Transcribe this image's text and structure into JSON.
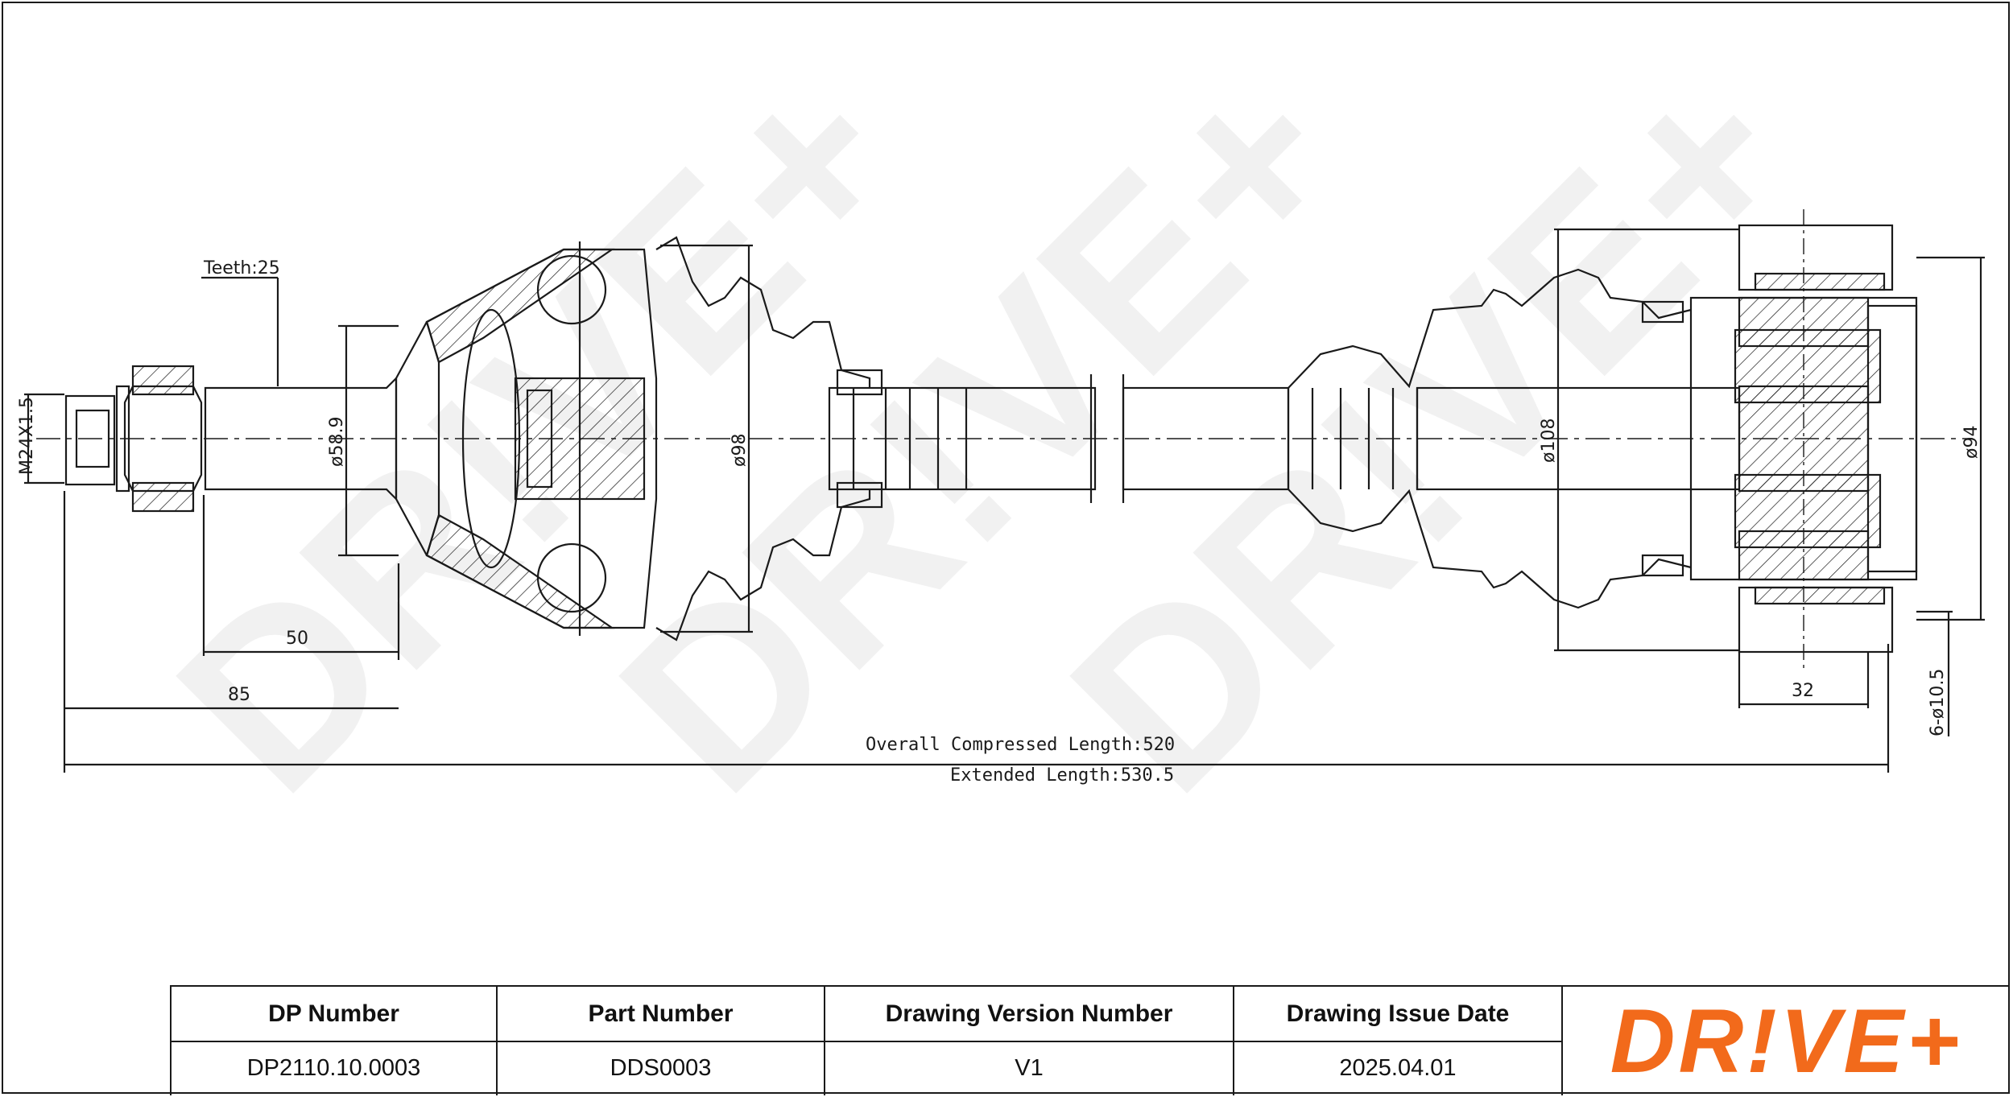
{
  "labels": {
    "teeth": "Teeth:25",
    "thread": "M24X1.5",
    "d1": "ø58.9",
    "d2": "ø98",
    "d3": "ø108",
    "d4": "ø94",
    "holes": "6-ø10.5",
    "len50": "50",
    "len85": "85",
    "len32": "32",
    "compressed": "Overall  Compressed  Length:520",
    "extended": "Extended  Length:530.5"
  },
  "watermark": "DR!VE+",
  "title_block": {
    "columns": [
      {
        "header": "DP Number",
        "value": "DP2110.10.0003"
      },
      {
        "header": "Part Number",
        "value": "DDS0003"
      },
      {
        "header": "Drawing Version Number",
        "value": "V1"
      },
      {
        "header": "Drawing Issue Date",
        "value": "2025.04.01"
      }
    ],
    "logo": "DR!VE+"
  },
  "colors": {
    "line": "#1a1a1a",
    "brand_orange": "#f26a1b",
    "watermark": "#f1f1f1"
  }
}
